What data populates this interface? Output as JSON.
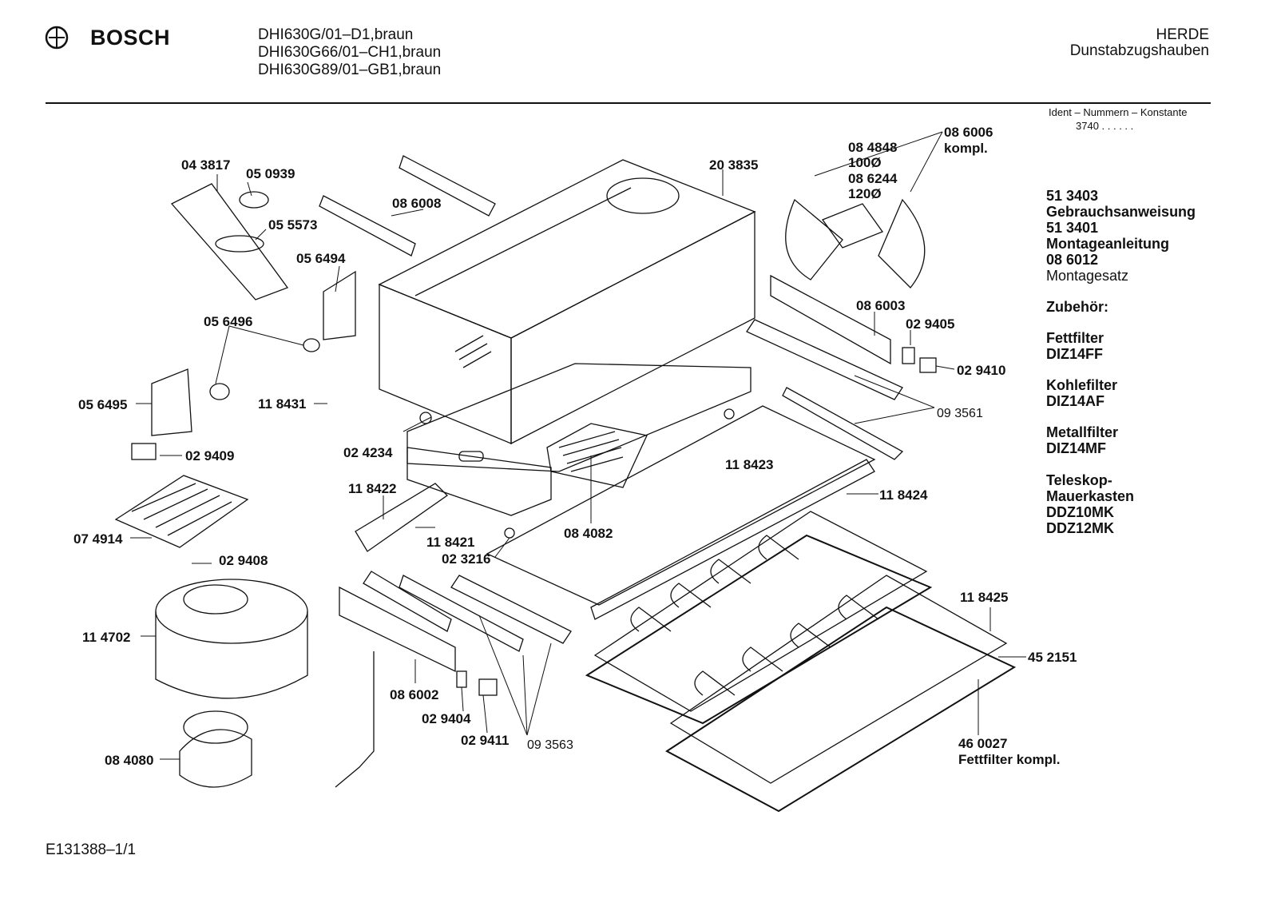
{
  "header": {
    "brand": "BOSCH",
    "models": [
      "DHI630G/01–D1,braun",
      "DHI630G66/01–CH1,braun",
      "DHI630G89/01–GB1,braun"
    ],
    "category": "HERDE",
    "subcategory": "Dunstabzugshauben",
    "ident_label": "Ident – Nummern – Konstante",
    "ident_value": "3740  .   .   .   .   .   ."
  },
  "parts": {
    "p043817": "04 3817",
    "p050939": "05 0939",
    "p055573": "05 5573",
    "p056494": "05 6494",
    "p056496": "05 6496",
    "p056495": "05 6495",
    "p118431": "11 8431",
    "p029409": "02 9409",
    "p024234": "02 4234",
    "p074914": "07 4914",
    "p118422": "11 8422",
    "p118421": "11 8421",
    "p023216": "02 3216",
    "p029408": "02 9408",
    "p114702": "11 4702",
    "p084080": "08 4080",
    "p086008": "08 6008",
    "p203835": "20 3835",
    "p086006": "08 6006",
    "p086006b": "kompl.",
    "p084848": "08 4848",
    "p100": "100Ø",
    "p086244": "08 6244",
    "p120": "120Ø",
    "p086003": "08 6003",
    "p029405": "02 9405",
    "p029410": "02 9410",
    "p093561": "09 3561",
    "p118423": "11 8423",
    "p084082": "08 4082",
    "p118424": "11 8424",
    "p118425": "11 8425",
    "p452151": "45 2151",
    "p460027": "46 0027",
    "p460027b": "Fettfilter kompl.",
    "p086002": "08 6002",
    "p029404": "02 9404",
    "p029411": "02 9411",
    "p093563": "09 3563"
  },
  "sidebar": {
    "items": [
      "51 3403",
      "Gebrauchsanweisung",
      "51 3401",
      "Montageanleitung",
      "08 6012",
      "Montagesatz",
      "Zubehör:",
      "Fettfilter",
      "DIZ14FF",
      "Kohlefilter",
      "DIZ14AF",
      "Metallfilter",
      "DIZ14MF",
      "Teleskop-",
      "Mauerkasten",
      "DDZ10MK",
      "DDZ12MK"
    ]
  },
  "footer": {
    "code": "E131388–1/1"
  }
}
